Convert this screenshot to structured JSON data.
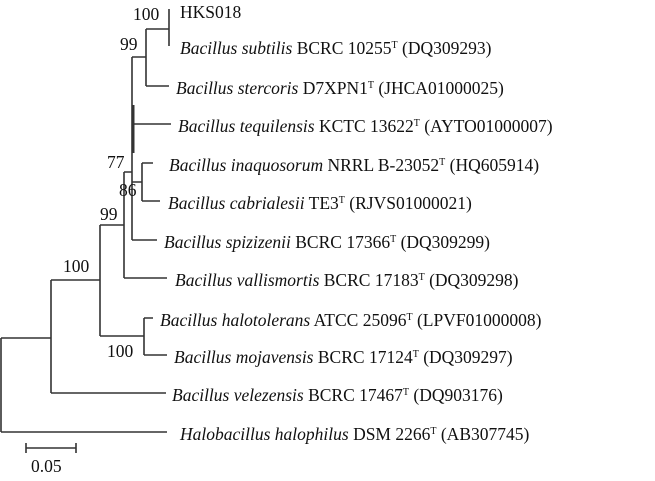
{
  "leaves": [
    {
      "species": "",
      "strain": "HKS018",
      "type": "",
      "acc": ""
    },
    {
      "species": "Bacillus subtilis",
      "strain": " BCRC 10255",
      "type": "T",
      "acc": " (DQ309293)"
    },
    {
      "species": "Bacillus stercoris",
      "strain": " D7XPN1",
      "type": "T",
      "acc": " (JHCA01000025)"
    },
    {
      "species": "Bacillus tequilensis",
      "strain": " KCTC 13622",
      "type": "T",
      "acc": " (AYTO01000007)"
    },
    {
      "species": "Bacillus inaquosorum",
      "strain": " NRRL B-23052",
      "type": "T",
      "acc": " (HQ605914)"
    },
    {
      "species": "Bacillus cabrialesii",
      "strain": " TE3",
      "type": "T",
      "acc": " (RJVS01000021)"
    },
    {
      "species": "Bacillus spizizenii",
      "strain": " BCRC 17366",
      "type": "T",
      "acc": " (DQ309299)"
    },
    {
      "species": "Bacillus vallismortis",
      "strain": " BCRC 17183",
      "type": "T",
      "acc": " (DQ309298)"
    },
    {
      "species": "Bacillus halotolerans",
      "strain": " ATCC 25096",
      "type": "T",
      "acc": " (LPVF01000008)"
    },
    {
      "species": "Bacillus mojavensis",
      "strain": " BCRC 17124",
      "type": "T",
      "acc": " (DQ309297)"
    },
    {
      "species": "Bacillus velezensis",
      "strain": " BCRC 17467",
      "type": "T",
      "acc": " (DQ903176)"
    },
    {
      "species": "Halobacillus halophilus",
      "strain": " DSM 2266",
      "type": "T",
      "acc": " (AB307745)"
    }
  ],
  "bootstrap": [
    "100",
    "99",
    "77",
    "86",
    "99",
    "100",
    "100"
  ],
  "scale_bar": "0.05"
}
